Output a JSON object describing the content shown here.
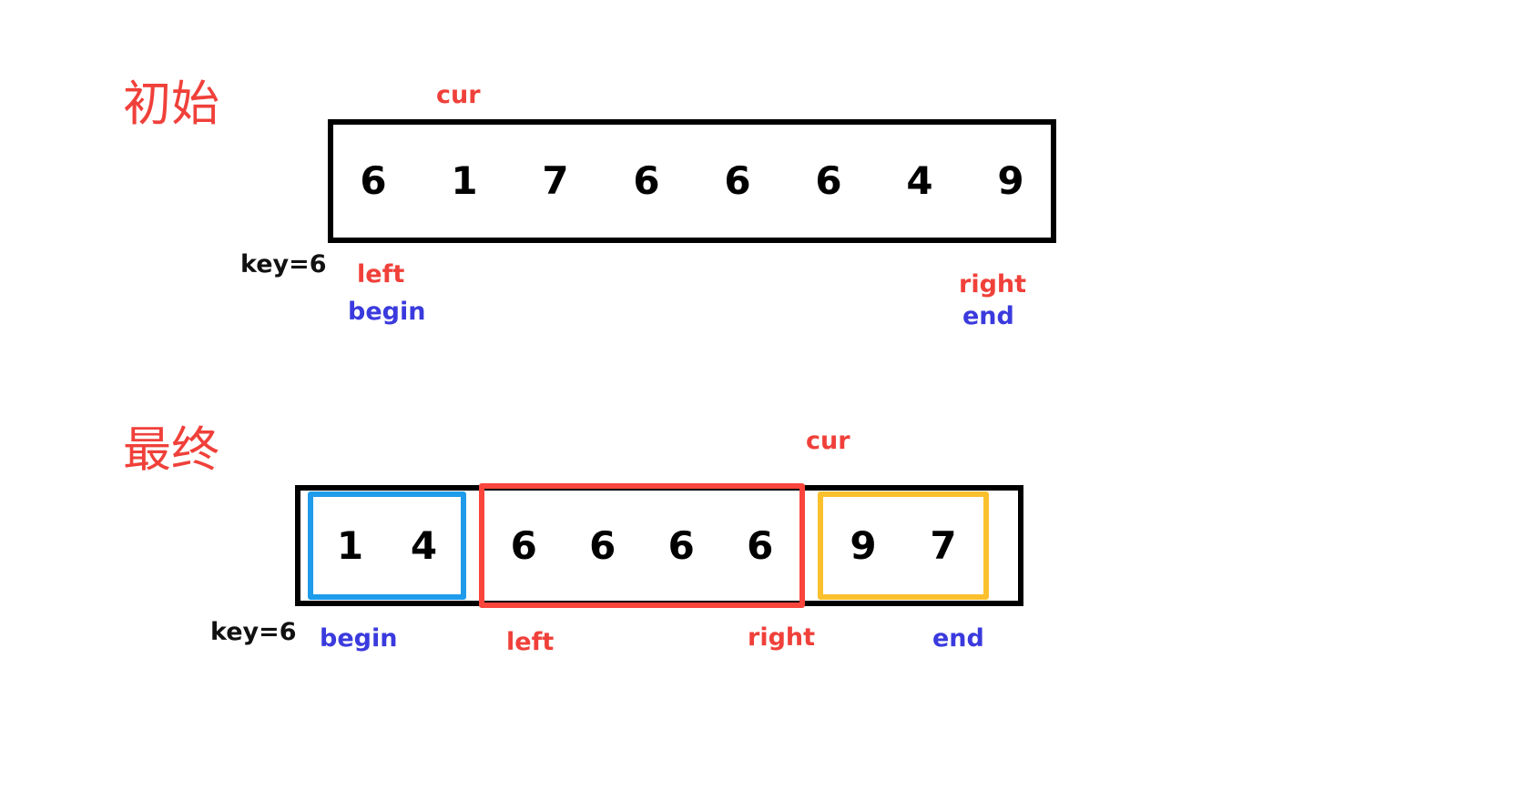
{
  "sections": [
    {
      "id": "initial",
      "title": "初始",
      "array": [
        "6",
        "1",
        "7",
        "6",
        "6",
        "6",
        "4",
        "9"
      ],
      "key_label": "key=6",
      "pointers": {
        "cur": "cur",
        "left": "left",
        "begin": "begin",
        "right": "right",
        "end": "end"
      }
    },
    {
      "id": "final",
      "title": "最终",
      "key_label": "key=6",
      "groups": [
        {
          "name": "less-than-key",
          "color": "#1E9BEA",
          "values": [
            "1",
            "4"
          ]
        },
        {
          "name": "equal-to-key",
          "color": "#F9453C",
          "values": [
            "6",
            "6",
            "6",
            "6"
          ]
        },
        {
          "name": "greater-than-key",
          "color": "#FBC02D",
          "values": [
            "9",
            "7"
          ]
        }
      ],
      "pointers": {
        "cur": "cur",
        "begin": "begin",
        "left": "left",
        "right": "right",
        "end": "end"
      }
    }
  ],
  "colors": {
    "red": "#F0403A",
    "blue": "#3A3ADE",
    "black": "#000000",
    "box_blue": "#1E9BEA",
    "box_red": "#F9453C",
    "box_orange": "#FBC02D"
  }
}
